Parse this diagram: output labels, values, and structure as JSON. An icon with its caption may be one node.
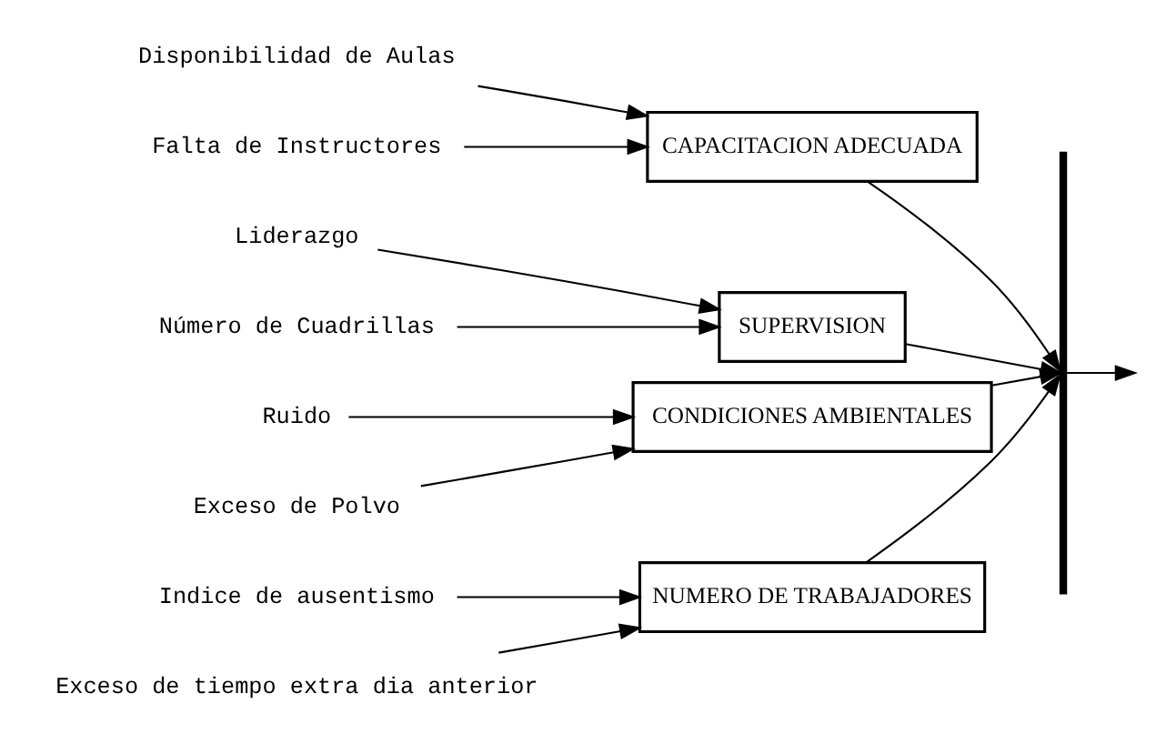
{
  "diagram": {
    "nodes": [
      {
        "text": [
          "NUMERO DE TRABAJADORES"
        ]
      },
      {
        "text": [
          "CAPACITACION ADECUADA"
        ]
      },
      {
        "text": [
          "SUPERVISION"
        ]
      },
      {
        "text": [
          "CONDICIONES AMBIENTALES"
        ]
      },
      {
        "text": [
          "Indice de ausentismo"
        ]
      },
      {
        "text": [
          "Exceso de tiempo extra dia anterior"
        ]
      },
      {
        "text": [
          "Disponibilidad de Aulas"
        ]
      },
      {
        "text": [
          "Falta de Instructores"
        ]
      },
      {
        "text": [
          "Liderazgo"
        ]
      },
      {
        "text": [
          "Número de Cuadrillas"
        ]
      },
      {
        "text": [
          "Ruido"
        ]
      },
      {
        "text": [
          "Exceso de Polvo"
        ]
      },
      {
        "text": [],
        "shape": "bar"
      }
    ],
    "edges": [
      {
        "from": 0,
        "to": 12,
        "arrow": "to"
      },
      {
        "from": 1,
        "to": 12,
        "arrow": "to"
      },
      {
        "from": 2,
        "to": 12,
        "arrow": "to"
      },
      {
        "from": 3,
        "to": 12,
        "arrow": "to"
      },
      {
        "from": 4,
        "to": 0,
        "arrow": "to"
      },
      {
        "from": 5,
        "to": 0,
        "arrow": "to"
      },
      {
        "from": 6,
        "to": 1,
        "arrow": "to"
      },
      {
        "from": 7,
        "to": 1,
        "arrow": "to"
      },
      {
        "from": 8,
        "to": 2,
        "arrow": "to"
      },
      {
        "from": 9,
        "to": 2,
        "arrow": "to"
      },
      {
        "from": 10,
        "to": 3,
        "arrow": "to"
      },
      {
        "from": 11,
        "to": 3,
        "arrow": "to"
      },
      {
        "from": 12,
        "to": null,
        "arrow": "to"
      }
    ]
  }
}
